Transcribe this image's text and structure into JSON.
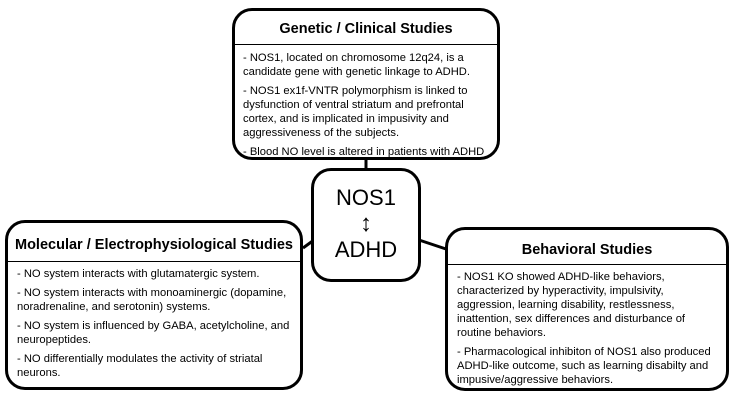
{
  "genetic": {
    "title": "Genetic / Clinical Studies",
    "items": [
      "- NOS1, located on chromosome 12q24, is a candidate gene with genetic linkage to ADHD.",
      "- NOS1 ex1f-VNTR polymorphism is linked to dysfunction of ventral striatum and prefrontal cortex, and is implicated in impusivity and aggressiveness of the subjects.",
      "- Blood NO level is altered in patients with ADHD"
    ]
  },
  "center": {
    "top": "NOS1",
    "arrow": "↕",
    "bottom": "ADHD"
  },
  "molecular": {
    "title": "Molecular / Electrophysiological Studies",
    "items": [
      "- NO system interacts with glutamatergic system.",
      "- NO system interacts with monoaminergic (dopamine, noradrenaline, and serotonin) systems.",
      "- NO system is influenced by GABA, acetylcholine, and neuropeptides.",
      "- NO differentially modulates the activity of striatal neurons."
    ]
  },
  "behavioral": {
    "title": "Behavioral Studies",
    "items": [
      "- NOS1 KO showed ADHD-like behaviors, characterized by hyperactivity, impulsivity, aggression, learning disability, restlessness, inattention, sex differences and disturbance of routine behaviors.",
      "- Pharmacological inhibiton of NOS1 also produced ADHD-like outcome, such as learning disabilty and impusive/aggressive behaviors."
    ]
  }
}
